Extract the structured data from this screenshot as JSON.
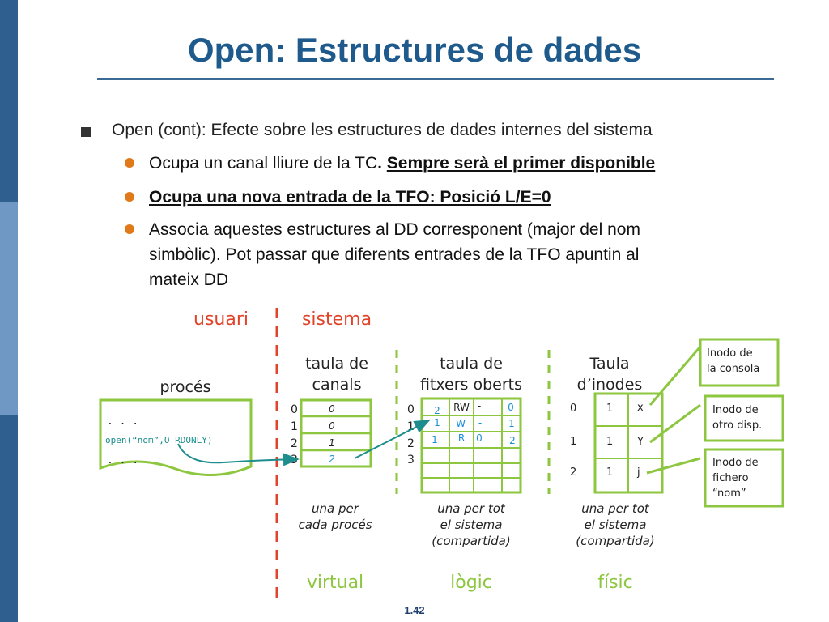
{
  "title": "Open: Estructures de dades",
  "bullets": {
    "main": "Open (cont): Efecte sobre les estructures de dades internes del sistema",
    "sub1_plain": "Ocupa un canal lliure de la TC",
    "sub1_bold": "Sempre serà el primer disponible",
    "sub2": "Ocupa una nova entrada de la TFO: Posició L/E=0",
    "sub3_line1": "Associa aquestes estructures al DD corresponent (major del nom",
    "sub3_line2": "simbòlic). Pot passar que diferents entrades de la TFO apuntin al",
    "sub3_line3": "mateix DD"
  },
  "diagram": {
    "usuari": "usuari",
    "sistema": "sistema",
    "proces_label": "procés",
    "code_line1": ". . .",
    "code_open": "open(“nom”,O_RDONLY)",
    "code_line3": ". . .",
    "tc_title1": "taula de",
    "tc_title2": "canals",
    "tfo_title1": "taula de",
    "tfo_title2": "fitxers oberts",
    "ti_title1": "Taula",
    "ti_title2": "d’inodes",
    "tc_indices": [
      "0",
      "1",
      "2",
      "3"
    ],
    "tc_values": [
      "0",
      "0",
      "1",
      "2"
    ],
    "tfo_indices": [
      "0",
      "1",
      "2",
      "3"
    ],
    "tfo_rows": [
      {
        "refs": "2",
        "mode": "RW",
        "pos": "-",
        "inode": "0"
      },
      {
        "refs": "1",
        "mode": "W",
        "pos": "-",
        "inode": "1"
      },
      {
        "refs": "1",
        "mode": "R",
        "pos": "0",
        "inode": "2"
      }
    ],
    "ti_indices": [
      "0",
      "1",
      "2"
    ],
    "ti_rows": [
      {
        "refs": "1",
        "name": "x"
      },
      {
        "refs": "1",
        "name": "Y"
      },
      {
        "refs": "1",
        "name": "j"
      }
    ],
    "note_tc1": "una per",
    "note_tc2": "cada procés",
    "note_tfo1": "una per tot",
    "note_tfo2": "el sistema",
    "note_tfo3": "(compartida)",
    "note_ti1": "una per tot",
    "note_ti2": "el sistema",
    "note_ti3": "(compartida)",
    "box1_l1": "Inodo de",
    "box1_l2": "la consola",
    "box2_l1": "Inodo de",
    "box2_l2": "otro disp.",
    "box3_l1": "Inodo de",
    "box3_l2": "fichero",
    "box3_l3": "“nom”",
    "virtual": "virtual",
    "logic": "lògic",
    "fisic": "físic"
  },
  "footer": "1.42",
  "colors": {
    "title": "#1f5a8c",
    "green": "#8dc63f",
    "red": "#e0442a",
    "blue": "#1a8fd6",
    "teal": "#1d8d8d",
    "bullet_dot": "#e07a18"
  }
}
